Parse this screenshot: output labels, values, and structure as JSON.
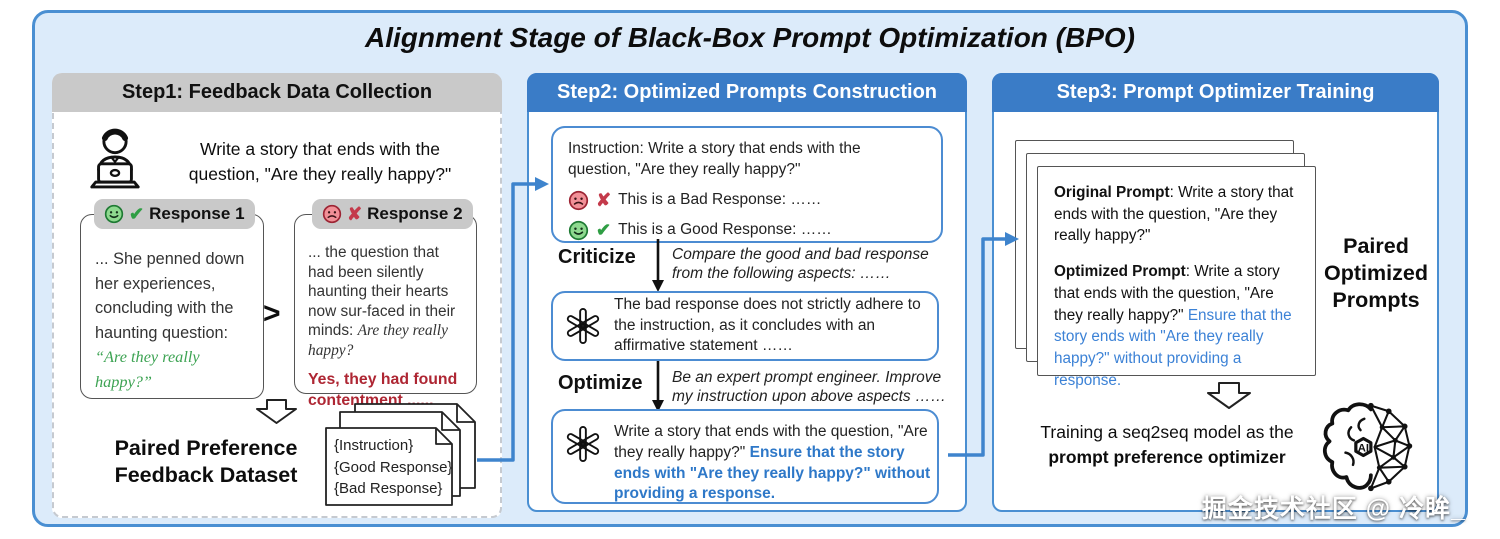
{
  "title": "Alignment Stage of Black-Box Prompt Optimization (BPO)",
  "watermark": "掘金技术社区 @ 冷眸_",
  "colors": {
    "outer_bg": "#dcebfa",
    "outer_border": "#4a8fd2",
    "header_blue": "#3a7cc7",
    "header_gray": "#c9c9c9",
    "blue_text": "#2e78c8",
    "red_text": "#ae2633",
    "green_text": "#3da353",
    "connector": "#3e84cd"
  },
  "icons": {
    "check": "✔",
    "cross": "✘",
    "comparator": ">",
    "good_face": "green-smiley",
    "bad_face": "red-frowny",
    "llm": "openai-knot",
    "user": "person-at-laptop",
    "model": "ai-brain"
  },
  "step1": {
    "header": "Step1: Feedback Data Collection",
    "prompt_line1": "Write a story that ends with the",
    "prompt_line2": "question, \"Are they really happy?\"",
    "response1": {
      "label": "Response 1",
      "text_main": "... She penned down her experiences, concluding with the haunting question: ",
      "text_quote": "“Are they really happy?”"
    },
    "comparator": ">",
    "response2": {
      "label": "Response 2",
      "text_main": "... the question that had been silently haunting their hearts now sur-faced in their minds: ",
      "text_quote": "Are they really happy?",
      "text_bad": "Yes, they had found contentment ......"
    },
    "dataset_label_line1": "Paired Preference",
    "dataset_label_line2": "Feedback Dataset",
    "doc_lines": [
      "{Instruction}",
      "{Good Response}",
      "{Bad Response}"
    ]
  },
  "step2": {
    "header": "Step2: Optimized Prompts Construction",
    "box1": {
      "instruction": "Instruction: Write a story that ends with the question, \"Are they really happy?\"",
      "bad_line": "This is a Bad Response: ……",
      "good_line": "This is a Good Response: ……"
    },
    "criticize_label": "Criticize",
    "criticize_text": "Compare the good and bad response from the following aspects: ……",
    "box2_text": "The bad response does not strictly adhere to the instruction, as it concludes with an affirmative statement ……",
    "optimize_label": "Optimize",
    "optimize_text": "Be an expert prompt engineer. Improve my instruction upon above aspects ……",
    "box3": {
      "text_black": "Write a story that ends with the question, \"Are they really happy?\" ",
      "text_blue": "Ensure that the story ends with \"Are they really happy?\" without providing a response."
    }
  },
  "step3": {
    "header": "Step3: Prompt Optimizer Training",
    "card": {
      "original_label": "Original Prompt",
      "original_text": ": Write a story that ends with the question, \"Are they really happy?\"",
      "optimized_label": "Optimized Prompt",
      "optimized_text": ": Write a story that ends with the question, \"Are they really happy?\" ",
      "optimized_blue": "Ensure that the story ends with \"Are they really happy?\" without providing a response."
    },
    "paired_label": "Paired Optimized Prompts",
    "training_line1": "Training a seq2seq model as the",
    "training_line2": "prompt preference optimizer"
  }
}
